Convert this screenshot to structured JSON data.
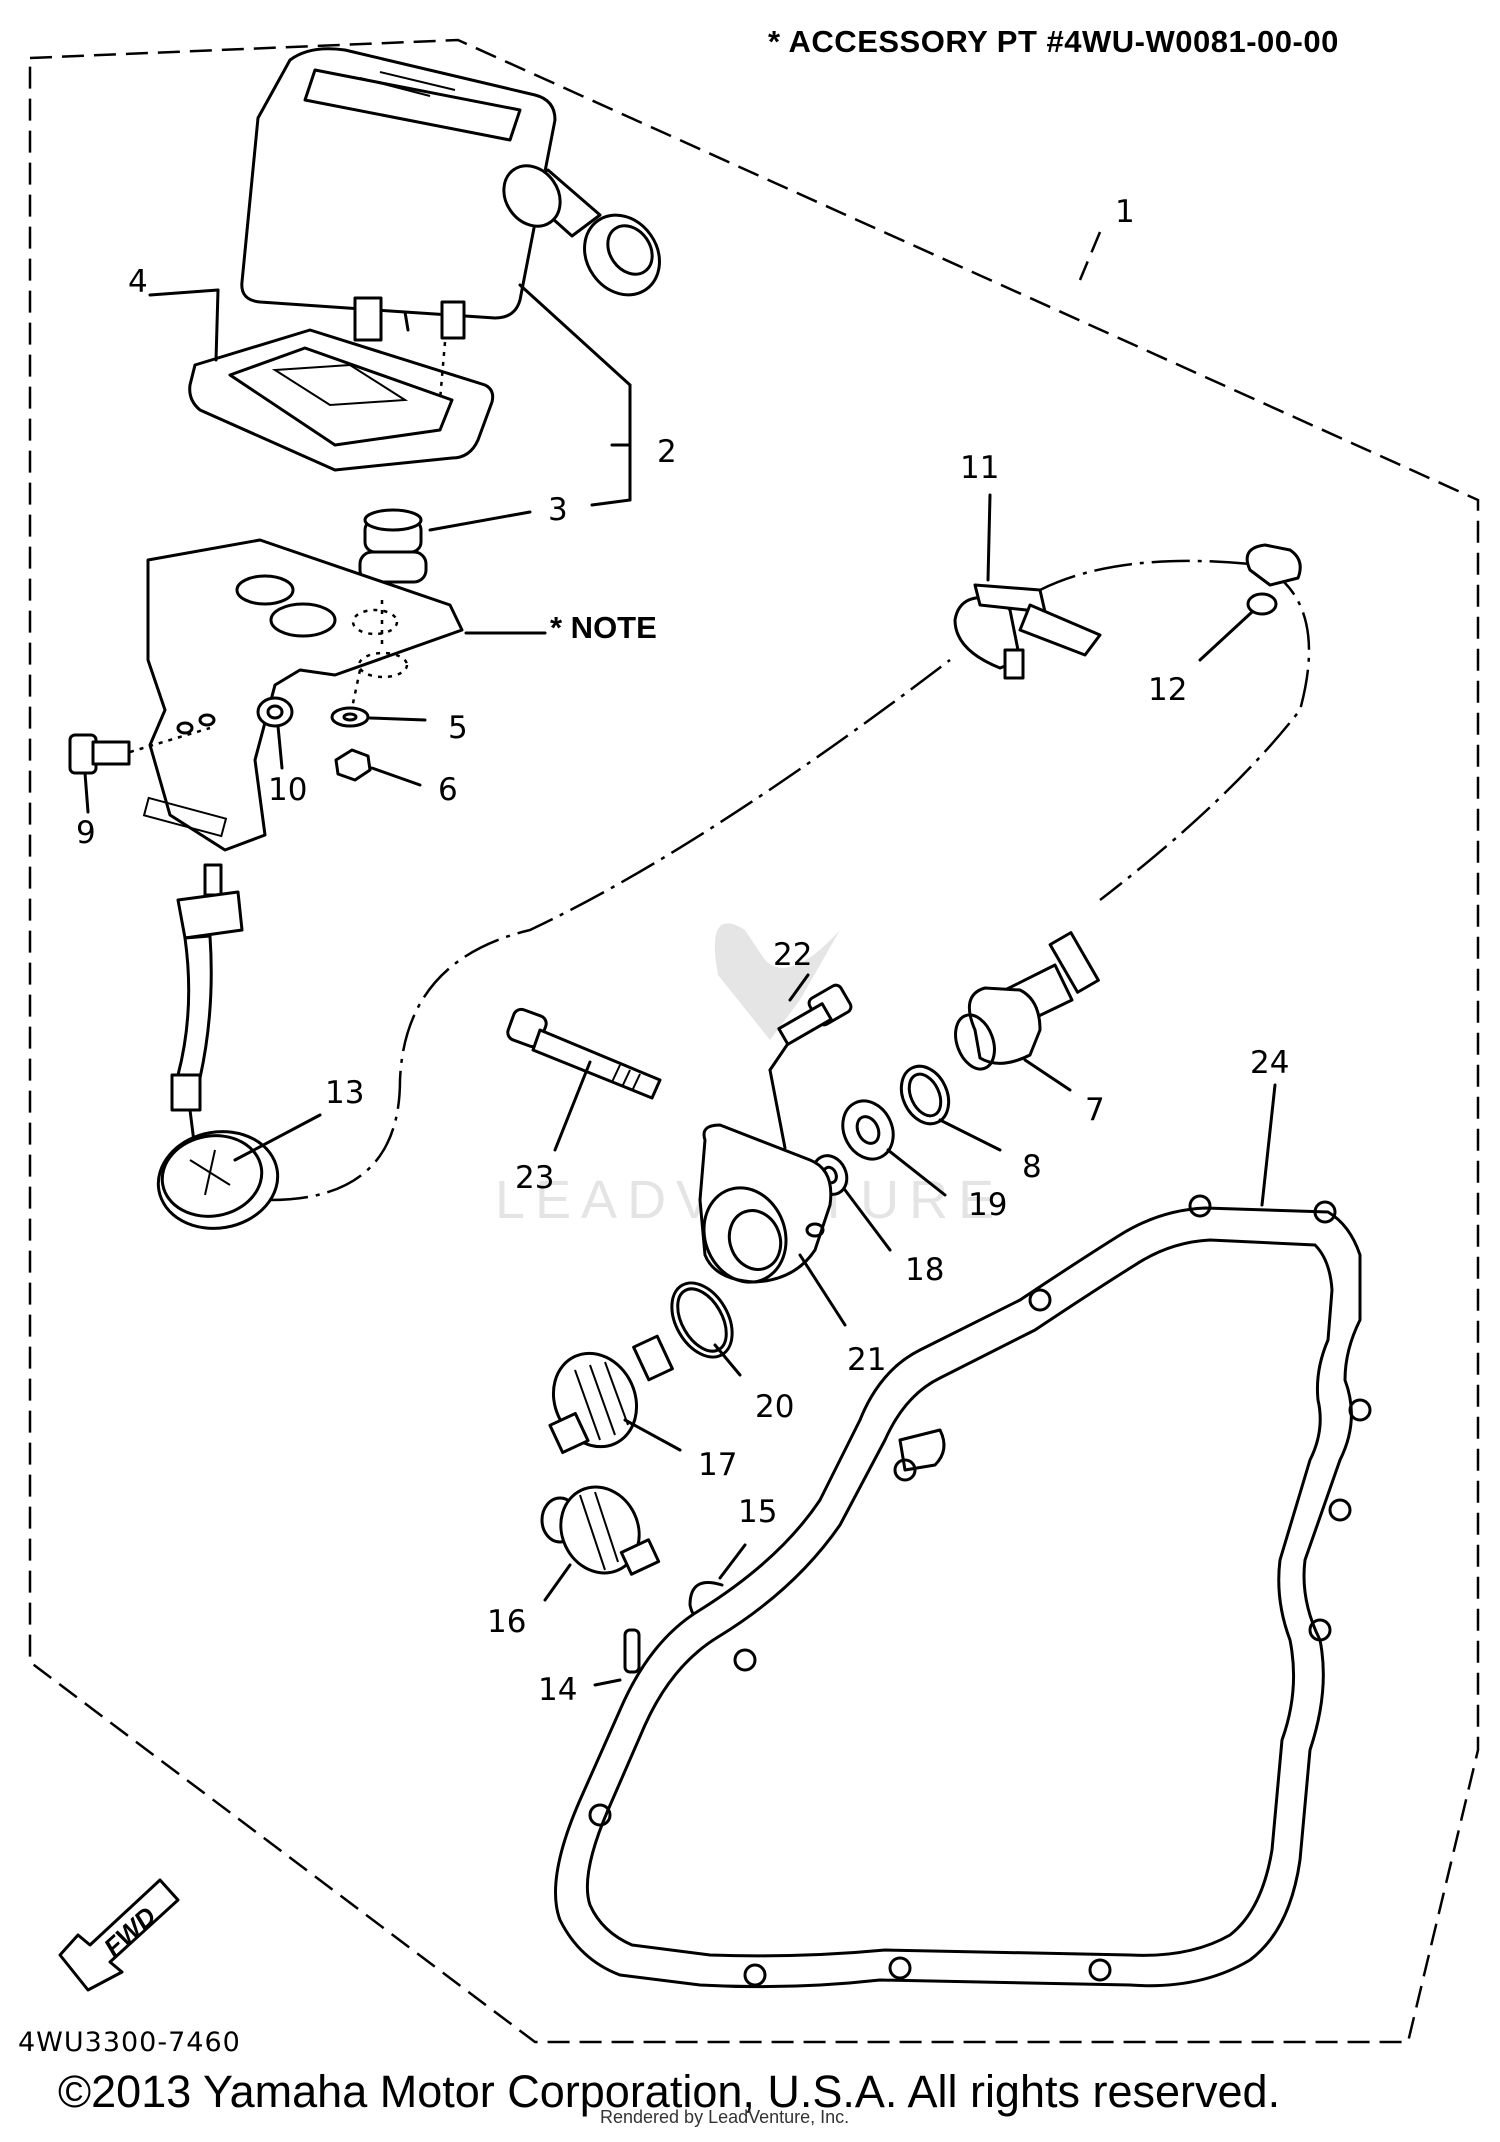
{
  "header": {
    "accessory_note": "* ACCESSORY PT #4WU-W0081-00-00",
    "note_label": "* NOTE"
  },
  "callouts": [
    "1",
    "2",
    "3",
    "4",
    "5",
    "6",
    "7",
    "8",
    "9",
    "10",
    "11",
    "12",
    "13",
    "14",
    "15",
    "16",
    "17",
    "18",
    "19",
    "20",
    "21",
    "22",
    "23",
    "24"
  ],
  "fwd_label": "FWD",
  "footer": {
    "part_code": "4WU3300-7460",
    "copyright": "©2013 Yamaha Motor Corporation, U.S.A. All rights reserved.",
    "rendered_by": "Rendered by LeadVenture, Inc."
  },
  "watermark": "LEADVENTURE"
}
